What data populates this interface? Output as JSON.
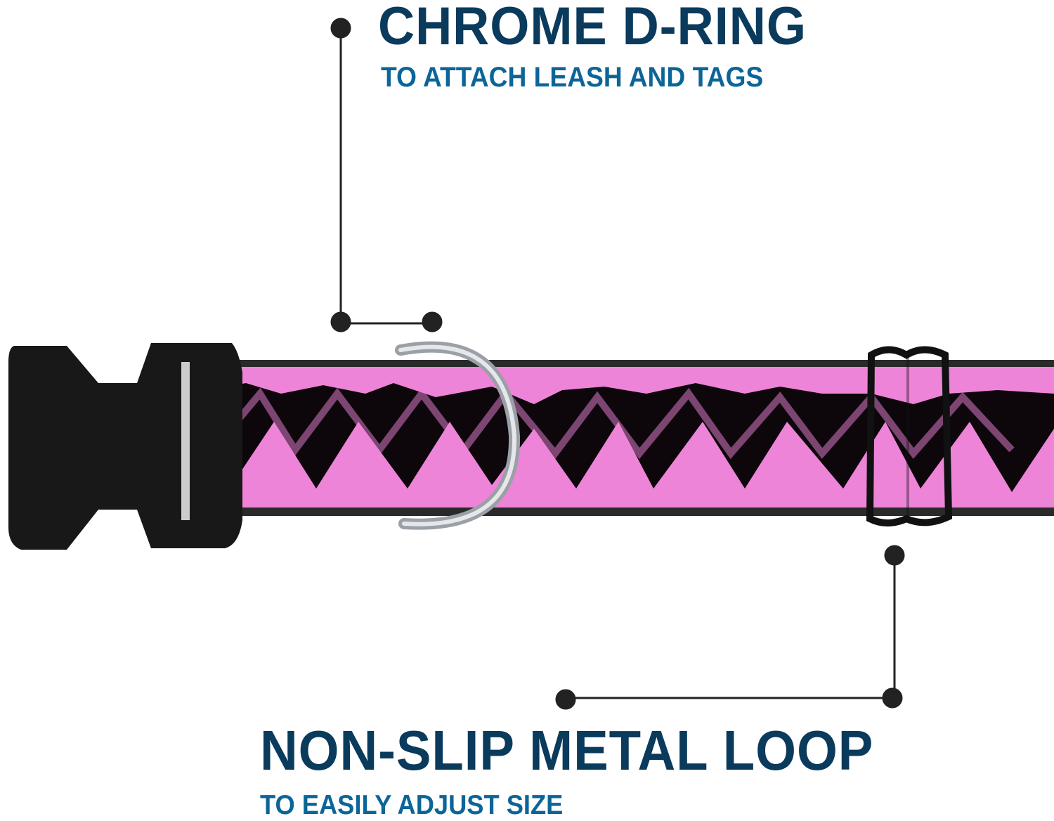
{
  "callouts": [
    {
      "title": "CHROME D-RING",
      "subtitle": "TO ATTACH LEASH AND TAGS"
    },
    {
      "title": "NON-SLIP METAL LOOP",
      "subtitle": "TO EASILY ADJUST SIZE"
    }
  ],
  "colors": {
    "title": "#0a3a5c",
    "subtitle": "#0b6598",
    "collar": "#ee84d8",
    "pattern": "#000000"
  }
}
